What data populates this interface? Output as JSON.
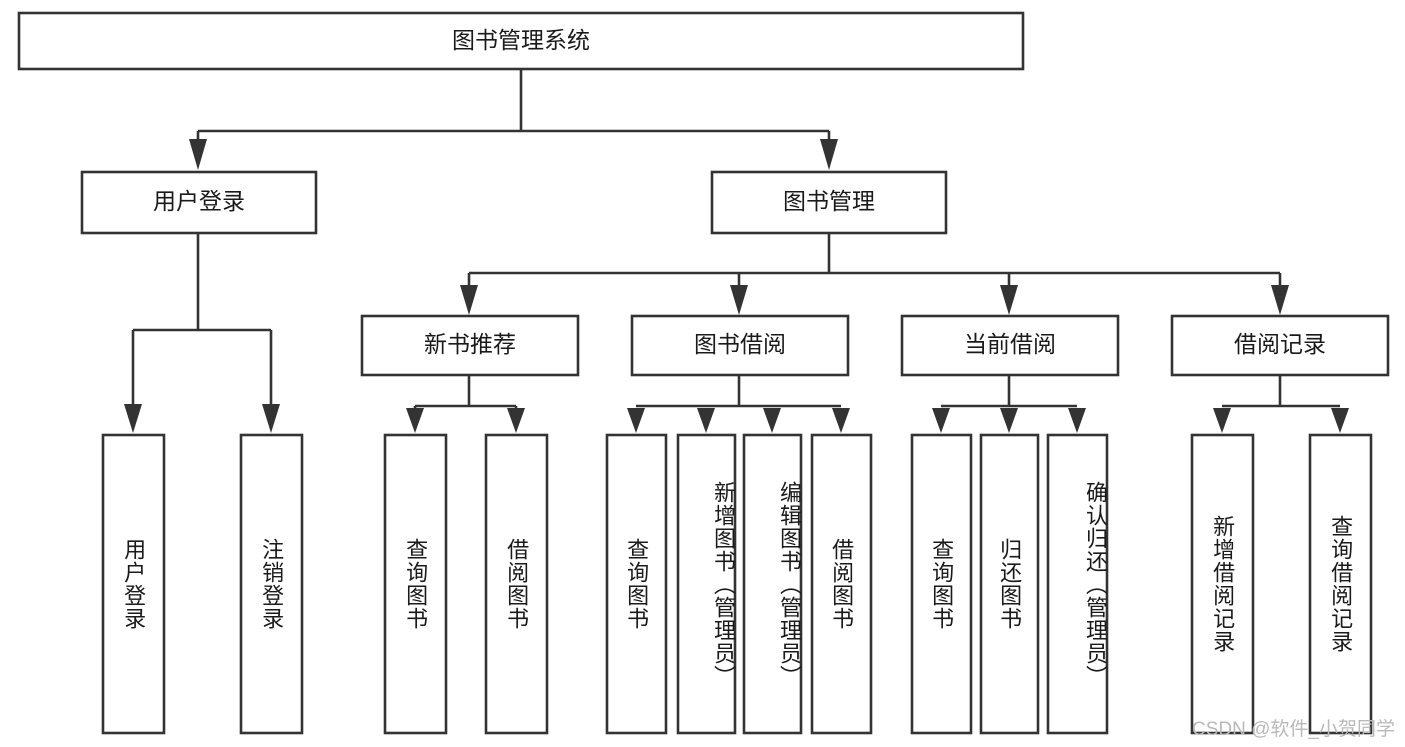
{
  "diagram": {
    "type": "tree-hierarchy",
    "title": "图书管理系统",
    "orientation": "top-down",
    "colors": {
      "box_stroke": "#333333",
      "box_fill": "#ffffff",
      "label_text": "#1a1a1a",
      "canvas": "#ffffff",
      "watermark": "#b9b9b9"
    },
    "root": {
      "id": "root",
      "label": "图书管理系统",
      "level": 1,
      "orientation": "horizontal"
    },
    "level2": [
      {
        "id": "user-login",
        "label": "用户登录",
        "orientation": "horizontal"
      },
      {
        "id": "book-management",
        "label": "图书管理",
        "orientation": "horizontal"
      }
    ],
    "level3": [
      {
        "id": "new-book-recommend",
        "label": "新书推荐",
        "parent": "book-management",
        "orientation": "horizontal"
      },
      {
        "id": "book-borrow",
        "label": "图书借阅",
        "parent": "book-management",
        "orientation": "horizontal"
      },
      {
        "id": "current-borrow",
        "label": "当前借阅",
        "parent": "book-management",
        "orientation": "horizontal"
      },
      {
        "id": "borrow-record",
        "label": "借阅记录",
        "parent": "book-management",
        "orientation": "horizontal"
      }
    ],
    "leaves": [
      {
        "id": "leaf-user-login",
        "label": "用户登录",
        "parent": "user-login",
        "orientation": "vertical"
      },
      {
        "id": "leaf-logout",
        "label": "注销登录",
        "parent": "user-login",
        "orientation": "vertical"
      },
      {
        "id": "leaf-query-book-1",
        "label": "查询图书",
        "parent": "new-book-recommend",
        "orientation": "vertical"
      },
      {
        "id": "leaf-borrow-book-1",
        "label": "借阅图书",
        "parent": "new-book-recommend",
        "orientation": "vertical"
      },
      {
        "id": "leaf-query-book-2",
        "label": "查询图书",
        "parent": "book-borrow",
        "orientation": "vertical"
      },
      {
        "id": "leaf-add-book",
        "label": "新增图书（管理员）",
        "parent": "book-borrow",
        "orientation": "vertical"
      },
      {
        "id": "leaf-edit-book",
        "label": "编辑图书（管理员）",
        "parent": "book-borrow",
        "orientation": "vertical"
      },
      {
        "id": "leaf-borrow-book-2",
        "label": "借阅图书",
        "parent": "book-borrow",
        "orientation": "vertical"
      },
      {
        "id": "leaf-query-book-3",
        "label": "查询图书",
        "parent": "current-borrow",
        "orientation": "vertical"
      },
      {
        "id": "leaf-return-book",
        "label": "归还图书",
        "parent": "current-borrow",
        "orientation": "vertical"
      },
      {
        "id": "leaf-confirm-return",
        "label": "确认归还（管理员）",
        "parent": "current-borrow",
        "orientation": "vertical"
      },
      {
        "id": "leaf-add-record",
        "label": "新增借阅记录",
        "parent": "borrow-record",
        "orientation": "vertical"
      },
      {
        "id": "leaf-query-record",
        "label": "查询借阅记录",
        "parent": "borrow-record",
        "orientation": "vertical"
      }
    ],
    "watermark": "CSDN @软件_小贺同学"
  }
}
